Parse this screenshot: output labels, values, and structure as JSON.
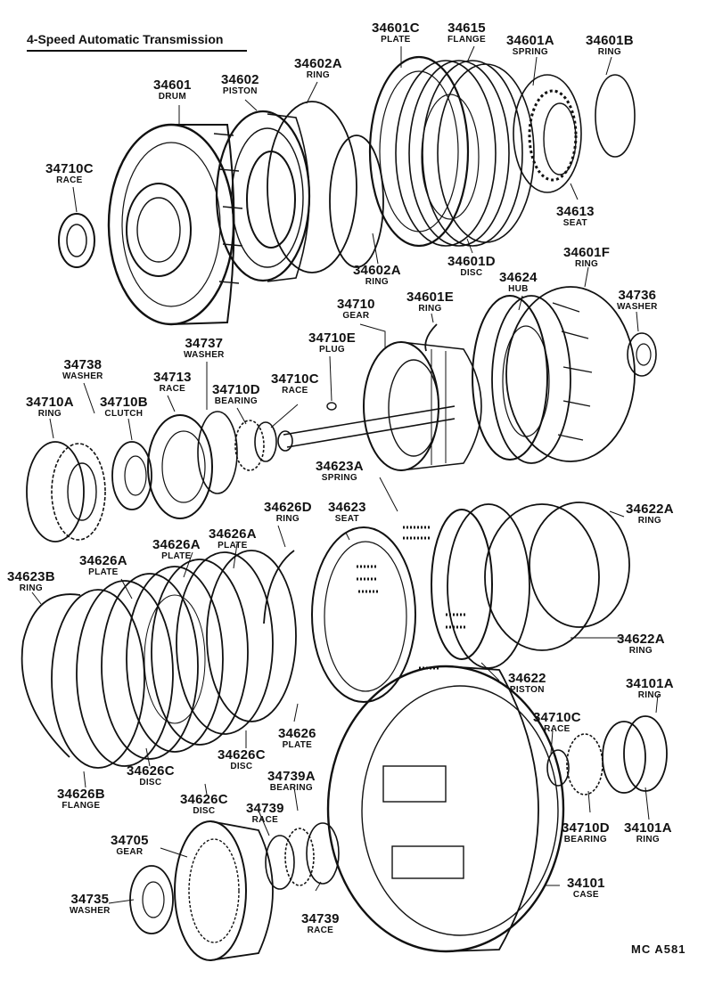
{
  "title": "4-Speed Automatic Transmission",
  "diagram_code": "MC  A581",
  "parts": [
    {
      "pn": "34601C",
      "name": "PLATE"
    },
    {
      "pn": "34615",
      "name": "FLANGE"
    },
    {
      "pn": "34601A",
      "name": "SPRING"
    },
    {
      "pn": "34601B",
      "name": "RING"
    },
    {
      "pn": "34601",
      "name": "DRUM"
    },
    {
      "pn": "34602",
      "name": "PISTON"
    },
    {
      "pn": "34602A",
      "name": "RING"
    },
    {
      "pn": "34710C",
      "name": "RACE"
    },
    {
      "pn": "34613",
      "name": "SEAT"
    },
    {
      "pn": "34602A",
      "name": "RING"
    },
    {
      "pn": "34601D",
      "name": "DISC"
    },
    {
      "pn": "34601F",
      "name": "RING"
    },
    {
      "pn": "34624",
      "name": "HUB"
    },
    {
      "pn": "34736",
      "name": "WASHER"
    },
    {
      "pn": "34710",
      "name": "GEAR"
    },
    {
      "pn": "34601E",
      "name": "RING"
    },
    {
      "pn": "34710E",
      "name": "PLUG"
    },
    {
      "pn": "34737",
      "name": "WASHER"
    },
    {
      "pn": "34738",
      "name": "WASHER"
    },
    {
      "pn": "34713",
      "name": "RACE"
    },
    {
      "pn": "34710D",
      "name": "BEARING"
    },
    {
      "pn": "34710C",
      "name": "RACE"
    },
    {
      "pn": "34710A",
      "name": "RING"
    },
    {
      "pn": "34710B",
      "name": "CLUTCH"
    },
    {
      "pn": "34623A",
      "name": "SPRING"
    },
    {
      "pn": "34622A",
      "name": "RING"
    },
    {
      "pn": "34626D",
      "name": "RING"
    },
    {
      "pn": "34623",
      "name": "SEAT"
    },
    {
      "pn": "34626A",
      "name": "PLATE"
    },
    {
      "pn": "34626A",
      "name": "PLATE"
    },
    {
      "pn": "34626A",
      "name": "PLATE"
    },
    {
      "pn": "34623B",
      "name": "RING"
    },
    {
      "pn": "34622A",
      "name": "RING"
    },
    {
      "pn": "34622",
      "name": "PISTON"
    },
    {
      "pn": "34101A",
      "name": "RING"
    },
    {
      "pn": "34626",
      "name": "PLATE"
    },
    {
      "pn": "34710C",
      "name": "RACE"
    },
    {
      "pn": "34626C",
      "name": "DISC"
    },
    {
      "pn": "34626C",
      "name": "DISC"
    },
    {
      "pn": "34626B",
      "name": "FLANGE"
    },
    {
      "pn": "34626C",
      "name": "DISC"
    },
    {
      "pn": "34739A",
      "name": "BEARING"
    },
    {
      "pn": "34739",
      "name": "RACE"
    },
    {
      "pn": "34705",
      "name": "GEAR"
    },
    {
      "pn": "34710D",
      "name": "BEARING"
    },
    {
      "pn": "34101A",
      "name": "RING"
    },
    {
      "pn": "34735",
      "name": "WASHER"
    },
    {
      "pn": "34739",
      "name": "RACE"
    },
    {
      "pn": "34101",
      "name": "CASE"
    }
  ]
}
